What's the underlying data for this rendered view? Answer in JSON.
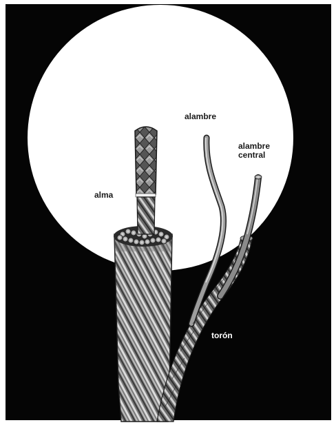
{
  "labels": {
    "alma": "alma",
    "alambre": "alambre",
    "alambre_central": "alambre\ncentral",
    "toron": "torón"
  },
  "colors": {
    "background": "#050505",
    "disc": "#ffffff",
    "strand_light": "#d9d9d9",
    "strand_mid": "#8c8c8c",
    "strand_dark": "#2b2b2b",
    "label_dark": "#1a1a1a",
    "label_light": "#ffffff"
  }
}
